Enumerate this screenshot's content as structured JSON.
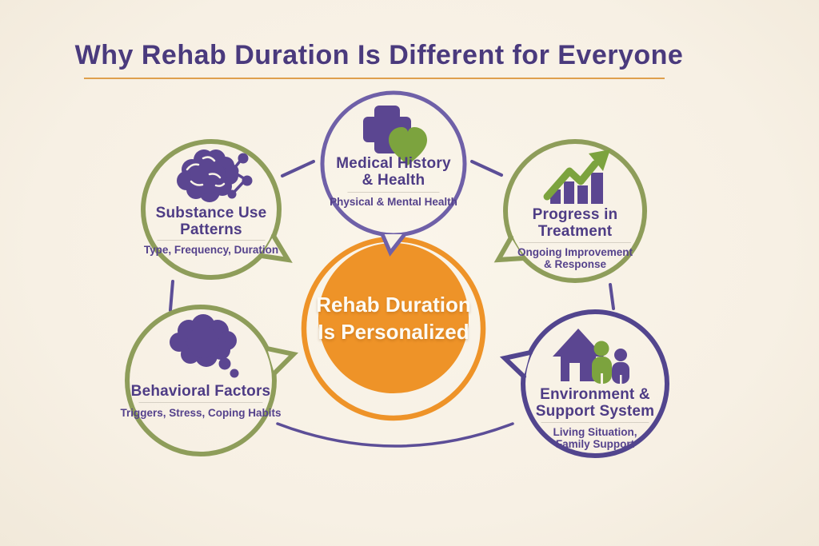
{
  "title": "Why Rehab Duration Is Different for Everyone",
  "center": {
    "label": "Rehab Duration\nIs Personalized",
    "shape": "orange-double-ring-circle"
  },
  "nodes": {
    "medical": {
      "title": "Medical History\n& Health",
      "subtitle": "Physical & Mental Health",
      "icon": "medical-cross-heart-icon",
      "ring_color": "purple"
    },
    "substance": {
      "title": "Substance Use\nPatterns",
      "subtitle": "Type, Frequency, Duration",
      "icon": "brain-network-icon",
      "ring_color": "olive"
    },
    "progress": {
      "title": "Progress in\nTreatment",
      "subtitle": "Ongoing Improvement\n& Response",
      "icon": "growth-chart-arrow-icon",
      "ring_color": "olive"
    },
    "behavioral": {
      "title": "Behavioral Factors",
      "subtitle": "Triggers, Stress, Coping Habits",
      "icon": "thought-cloud-icon",
      "ring_color": "olive"
    },
    "environment": {
      "title": "Environment &\nSupport System",
      "subtitle": "Living Situation,\nFamily Support",
      "icon": "house-family-icon",
      "ring_color": "purple"
    }
  },
  "colors": {
    "background": "#f8f2e6",
    "title_text": "#4a3a7d",
    "title_underline": "#dfa04d",
    "center_orange": "#ee9328",
    "ring_purple_light": "#6f60a8",
    "ring_purple_dark": "#52458e",
    "ring_olive": "#8e9d5a",
    "icon_purple": "#5b4691",
    "icon_green": "#7ca33e",
    "node_text": "#4e3c85",
    "connector_purple": "#5c4e97"
  }
}
